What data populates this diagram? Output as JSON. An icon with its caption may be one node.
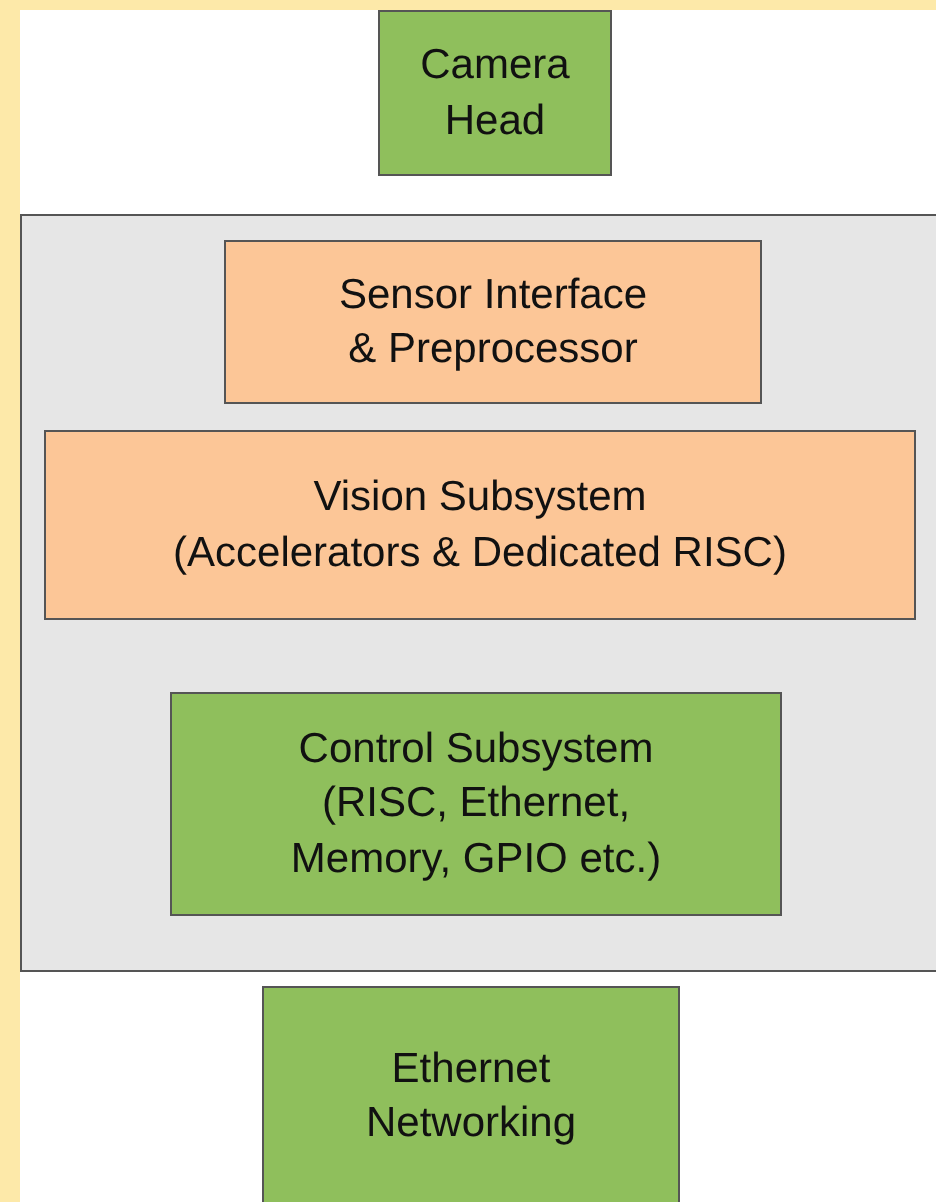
{
  "diagram": {
    "nodes": [
      {
        "text": [
          "Camera Head"
        ]
      },
      {
        "text": [],
        "shape": "box"
      },
      {
        "text": [
          "Sensor Interface & Preprocessor"
        ],
        "in": 1
      },
      {
        "text": [
          "Vision Subsystem",
          "(Accelerators & Dedicated RISC)"
        ],
        "in": 1
      },
      {
        "text": [
          "Control Subsystem",
          "(RISC, Ethernet, Memory, GPIO etc.)"
        ],
        "in": 1
      },
      {
        "text": [
          "Ethernet Networking"
        ]
      }
    ]
  }
}
